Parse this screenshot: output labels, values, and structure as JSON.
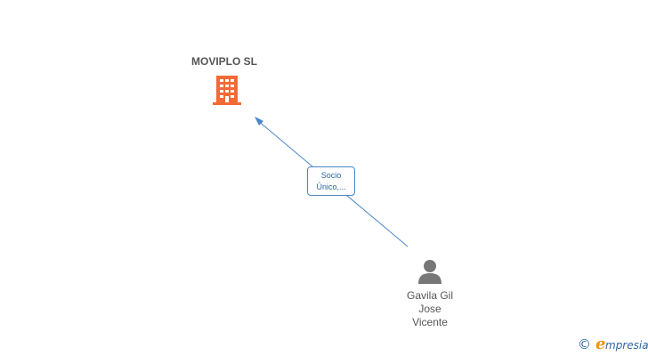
{
  "company": {
    "name": "MOVIPLO SL",
    "icon": "building-icon",
    "color": "#f26a36"
  },
  "relationship": {
    "label_line1": "Socio",
    "label_line2": "Único,...",
    "edge_color": "#4a86c7",
    "arrow": "points-to-company"
  },
  "person": {
    "name_line1": "Gavila Gil",
    "name_line2": "Jose",
    "name_line3": "Vicente",
    "icon": "person-icon",
    "color": "#777777"
  },
  "brand": {
    "copyright": "©",
    "initial": "e",
    "rest": "mpresia",
    "initial_color": "#f29400",
    "text_color": "#2f66a4"
  }
}
